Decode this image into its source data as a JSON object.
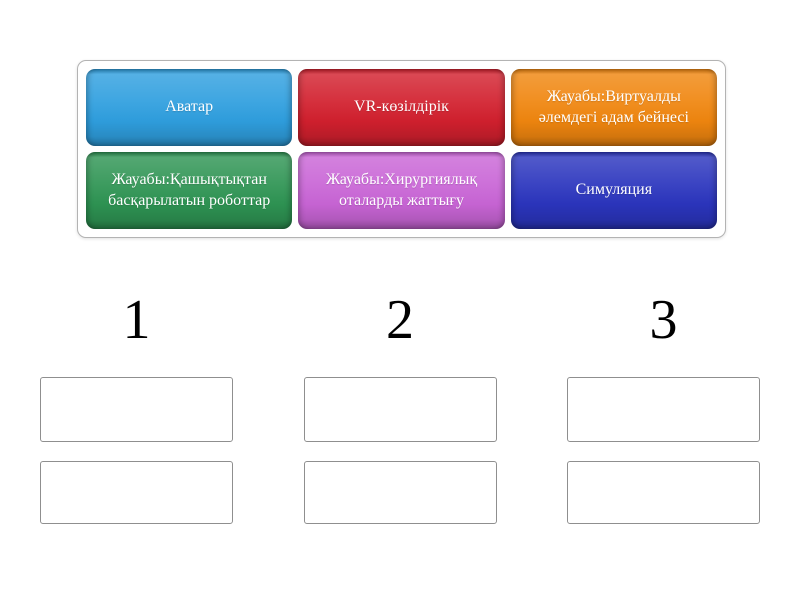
{
  "tray": {
    "tiles": [
      {
        "label": "Аватар",
        "color": "#2f9fdf"
      },
      {
        "label": "VR-көзілдірік",
        "color": "#d2202e"
      },
      {
        "label": "Жауабы:Виртуалды әлемдегі адам бейнесі",
        "color": "#f0860f"
      },
      {
        "label": "Жауабы:Қашықтықтан басқарылатын роботтар",
        "color": "#2e9453"
      },
      {
        "label": "Жауабы:Хирургиялық оталарды жаттығу",
        "color": "#c965d6"
      },
      {
        "label": "Симуляция",
        "color": "#2b35be"
      }
    ]
  },
  "groups": [
    {
      "number": "1"
    },
    {
      "number": "2"
    },
    {
      "number": "3"
    }
  ]
}
